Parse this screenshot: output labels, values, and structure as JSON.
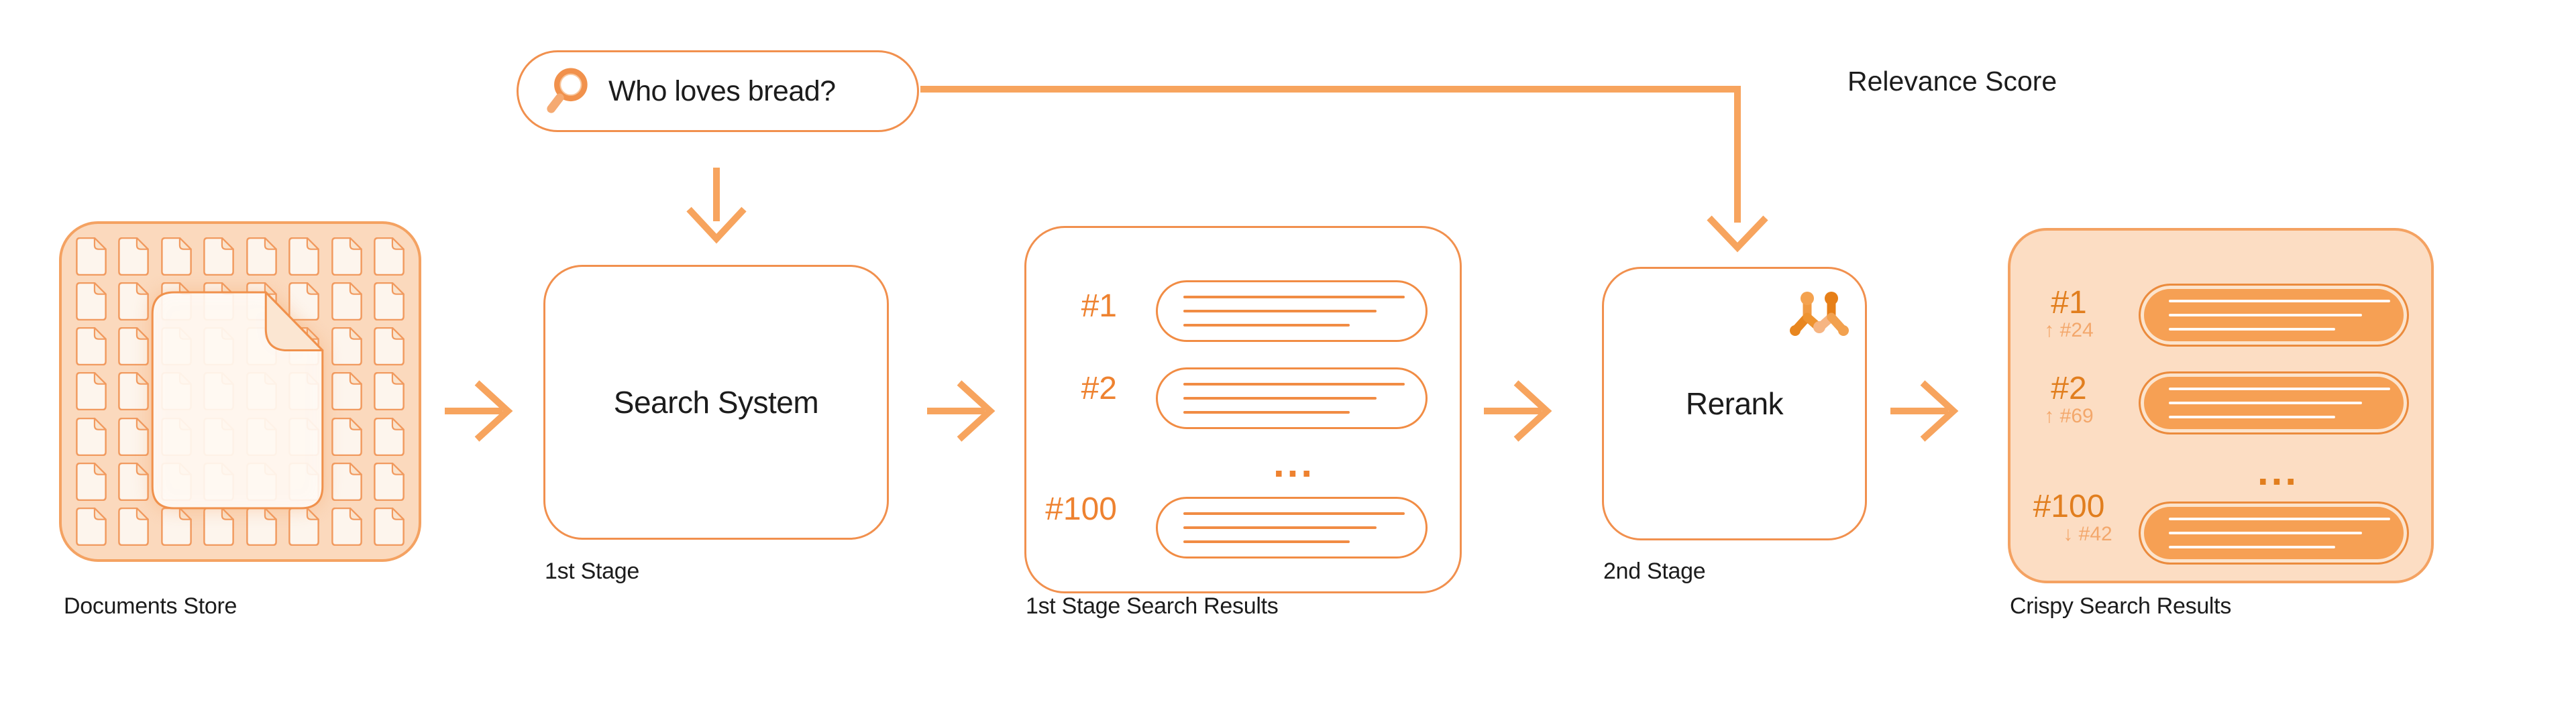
{
  "palette": {
    "outline": "#F1904E",
    "arrow": "#F7A45E",
    "store_fill": "#FBD9BD",
    "crispy_fill": "#FCDDC3",
    "pill_fill": "#F6A054",
    "pill_line": "#F18C44",
    "rank_orange": "#EE8230",
    "rank_dark": "#E17E1E",
    "rank_light": "#F3A76B",
    "text": "#1C1C1C"
  },
  "query": {
    "text": "Who loves bread?"
  },
  "relevance_label": "Relevance Score",
  "stages": {
    "documents_store": {
      "caption": "Documents Store"
    },
    "search_system": {
      "title": "Search System",
      "caption": "1st Stage"
    },
    "first_results": {
      "caption": "1st Stage Search Results",
      "ranks": [
        "#1",
        "#2",
        "#100"
      ],
      "ellipsis": "..."
    },
    "rerank": {
      "title": "Rerank",
      "caption": "2nd Stage"
    },
    "crispy_results": {
      "caption": "Crispy Search Results",
      "ellipsis": "...",
      "rows": [
        {
          "rank": "#1",
          "delta": "↑ #24"
        },
        {
          "rank": "#2",
          "delta": "↑ #69"
        },
        {
          "rank": "#100",
          "delta": "↓ #42"
        }
      ]
    }
  }
}
